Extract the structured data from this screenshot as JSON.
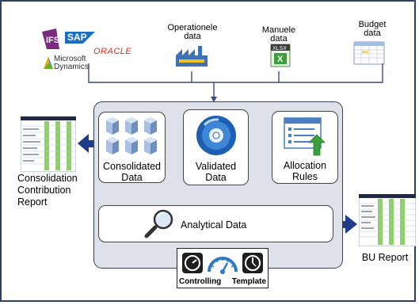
{
  "sources": {
    "operational": "Operationele\ndata",
    "manual": "Manuele\ndata",
    "budget": "Budget\ndata",
    "xlsx_badge": "XLSX"
  },
  "logos": {
    "ifs": "IFS",
    "sap": "SAP",
    "oracle": "ORACLE",
    "microsoft": "Microsoft\nDynamics"
  },
  "cards": {
    "consolidated": "Consolidated\nData",
    "validated": "Validated\nData",
    "allocation": "Allocation\nRules",
    "analytical": "Analytical Data"
  },
  "reports": {
    "consolidation": "Consolidation\nContribution\nReport",
    "bu": "BU Report"
  },
  "controlling": {
    "left": "Controlling",
    "right": "Template"
  },
  "colors": {
    "frame": "#2e3f66",
    "arrow": "#1f3b8a",
    "platform": "#dfe1ea",
    "accent_green": "#3aa03a",
    "disc_blue": "#1d5fb3",
    "sap_blue": "#1a6fc2",
    "oracle_red": "#e02b20"
  }
}
